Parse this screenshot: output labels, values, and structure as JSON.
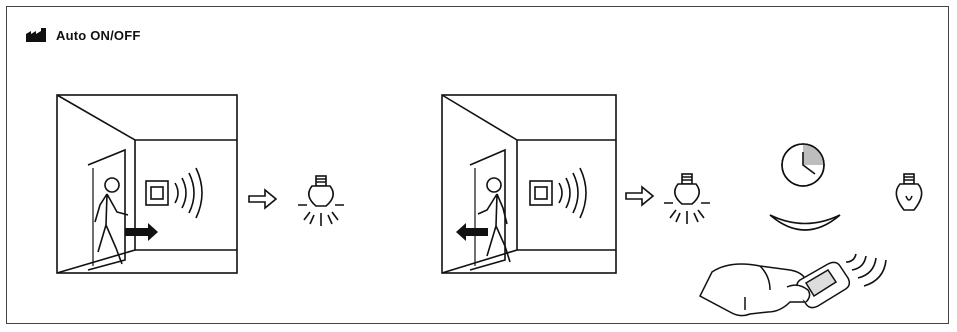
{
  "header": {
    "title": "Auto ON/OFF",
    "icon": "factory-icon"
  },
  "scenes": [
    {
      "name": "enter-room",
      "person": "entering",
      "light_state": "on"
    },
    {
      "name": "leave-room",
      "person": "leaving",
      "light_state": "on-then-timer-off"
    }
  ],
  "colors": {
    "line": "#111111",
    "timer_fill": "#bdbdbd",
    "arrow_fill": "#111111"
  }
}
